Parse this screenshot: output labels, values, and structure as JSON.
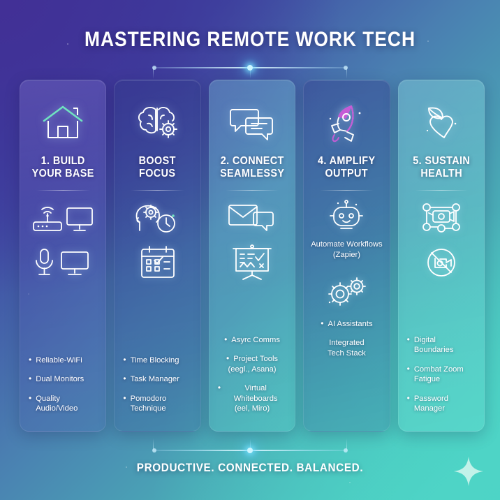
{
  "theme": {
    "bg_top_left": "#3a3296",
    "bg_top_right": "#4b84b4",
    "bg_bottom_right": "#4bcfc2",
    "accent_mint": "#6fe3c0",
    "accent_magenta": "#c55cd6",
    "line_color": "#ffffff"
  },
  "header": {
    "title": "MASTERING REMOTE WORK TECH"
  },
  "footer": {
    "tagline": "PRODUCTIVE. CONNECTED. BALANCED.",
    "sparkle_icon": "four-point-star-icon"
  },
  "columns": [
    {
      "id": "build-base",
      "title": "1. BUILD YOUR BASE",
      "hero_icon": "house-icon",
      "icons": [
        "wifi-router-monitor-icon",
        "microphone-monitor-icon"
      ],
      "captions": [],
      "bullets": [
        "Reliable-WiFi",
        "Dual Monitors",
        "Quality Audio/Video"
      ],
      "align": "left"
    },
    {
      "id": "boost-focus",
      "title": "BOOST FOCUS",
      "hero_icon": "brain-gear-icon",
      "icons": [
        "head-gear-clock-icon",
        "calendar-checklist-icon"
      ],
      "captions": [],
      "bullets": [
        "Time Blocking",
        "Task Manager",
        "Pomodoro Technique"
      ],
      "align": "left"
    },
    {
      "id": "connect-seamlessy",
      "title": "2. CONNECT SEAMLESSY",
      "hero_icon": "chat-bubbles-icon",
      "icons": [
        "envelope-chat-icon",
        "presentation-board-icon"
      ],
      "captions": [],
      "bullets": [
        "Asyrc Comms",
        "Project Tools",
        "Virtual Whiteboards"
      ],
      "bullet_subs": [
        "",
        "(eegl., Asana)",
        "(eel, Miro)"
      ],
      "align": "center"
    },
    {
      "id": "amplify-output",
      "title": "4. AMPLIFY OUTPUT",
      "hero_icon": "rocket-icon",
      "icons": [
        "robot-icon",
        "gears-icon"
      ],
      "captions": [
        "Automate Workflows",
        "(Zapier)"
      ],
      "bullets": [
        "AI Assistants"
      ],
      "footnote": [
        "Integrated",
        "Tech Stack"
      ],
      "align": "center"
    },
    {
      "id": "sustain-health",
      "title": "5. SUSTAIN HEALTH",
      "hero_icon": "heart-leaf-icon",
      "icons": [
        "network-camera-icon",
        "no-camera-icon"
      ],
      "captions": [],
      "bullets": [
        "Digital Boundaries",
        "Combat Zoom Fatigue",
        "Password Manager"
      ],
      "align": "left"
    }
  ],
  "bullet_marker": "•"
}
